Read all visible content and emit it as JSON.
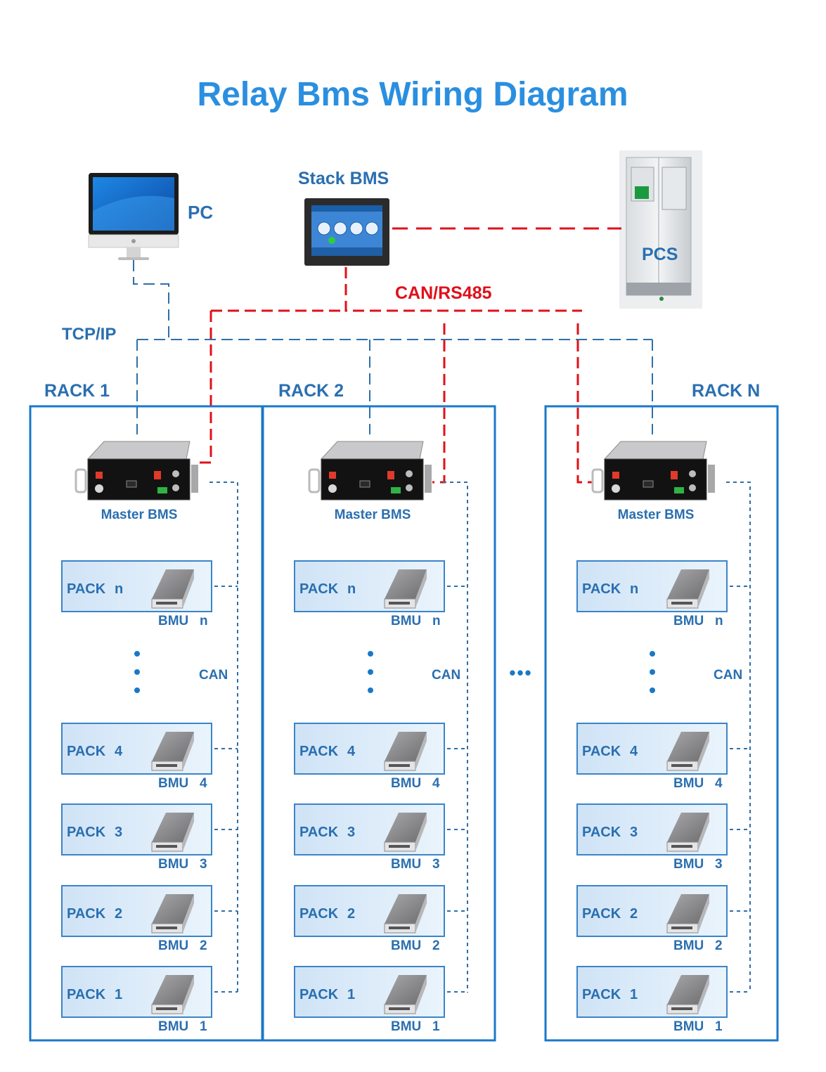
{
  "title": "Relay Bms Wiring Diagram",
  "colors": {
    "title": "#2a8fe0",
    "label": "#2a6fb0",
    "rack_border": "#1a78c8",
    "can_red": "#e0101a",
    "bus_blue": "#2f6fa8",
    "pack_fill_start": "#cfe3f6",
    "pack_fill_end": "#e8f3fc"
  },
  "devices": {
    "pc_label": "PC",
    "stack_bms_label": "Stack BMS",
    "pcs_label": "PCS"
  },
  "links": {
    "tcp_label": "TCP/IP",
    "can_rs485_label": "CAN/RS485"
  },
  "between_racks_ellipsis": "•••",
  "racks": [
    {
      "name": "RACK 1",
      "master_label": "Master BMS",
      "can_label": "CAN",
      "packs": [
        {
          "pack": "PACK",
          "idx": "n",
          "bmu": "BMU",
          "bidx": "n"
        },
        {
          "pack": "PACK",
          "idx": "4",
          "bmu": "BMU",
          "bidx": "4"
        },
        {
          "pack": "PACK",
          "idx": "3",
          "bmu": "BMU",
          "bidx": "3"
        },
        {
          "pack": "PACK",
          "idx": "2",
          "bmu": "BMU",
          "bidx": "2"
        },
        {
          "pack": "PACK",
          "idx": "1",
          "bmu": "BMU",
          "bidx": "1"
        }
      ]
    },
    {
      "name": "RACK 2",
      "master_label": "Master BMS",
      "can_label": "CAN",
      "packs": [
        {
          "pack": "PACK",
          "idx": "n",
          "bmu": "BMU",
          "bidx": "n"
        },
        {
          "pack": "PACK",
          "idx": "4",
          "bmu": "BMU",
          "bidx": "4"
        },
        {
          "pack": "PACK",
          "idx": "3",
          "bmu": "BMU",
          "bidx": "3"
        },
        {
          "pack": "PACK",
          "idx": "2",
          "bmu": "BMU",
          "bidx": "2"
        },
        {
          "pack": "PACK",
          "idx": "1",
          "bmu": "BMU",
          "bidx": "1"
        }
      ]
    },
    {
      "name": "RACK N",
      "master_label": "Master BMS",
      "can_label": "CAN",
      "packs": [
        {
          "pack": "PACK",
          "idx": "n",
          "bmu": "BMU",
          "bidx": "n"
        },
        {
          "pack": "PACK",
          "idx": "4",
          "bmu": "BMU",
          "bidx": "4"
        },
        {
          "pack": "PACK",
          "idx": "3",
          "bmu": "BMU",
          "bidx": "3"
        },
        {
          "pack": "PACK",
          "idx": "2",
          "bmu": "BMU",
          "bidx": "2"
        },
        {
          "pack": "PACK",
          "idx": "1",
          "bmu": "BMU",
          "bidx": "1"
        }
      ]
    }
  ]
}
